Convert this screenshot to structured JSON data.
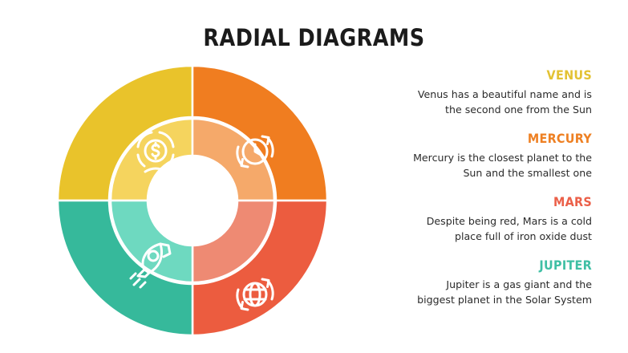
{
  "title": "RADIAL DIAGRAMS",
  "background_color": "#ffffff",
  "text_color": "#2b2b2b",
  "diagram": {
    "type": "concentric-donut",
    "ring_count": 2,
    "segments_per_ring": 4,
    "center_hole_label": "",
    "segments": [
      {
        "id": "venus",
        "position": "top-left",
        "outer_color": "#E9C32B",
        "inner_color": "#F5D45E",
        "icon": "money-dollar-icon",
        "planet": "VENUS"
      },
      {
        "id": "mercury",
        "position": "top-right",
        "outer_color": "#F07D20",
        "inner_color": "#F5A96A",
        "icon": "clock-refresh-icon",
        "planet": "MERCURY"
      },
      {
        "id": "mars",
        "position": "bottom-right",
        "outer_color": "#EC5C3F",
        "inner_color": "#EE8A73",
        "icon": "globe-refresh-icon",
        "planet": "MARS"
      },
      {
        "id": "jupiter",
        "position": "bottom-left",
        "outer_color": "#36B99B",
        "inner_color": "#6ED9C0",
        "icon": "rocket-icon",
        "planet": "JUPITER"
      }
    ]
  },
  "legend": {
    "items": [
      {
        "heading": "VENUS",
        "color": "#E3C233",
        "body": "Venus has a beautiful name and is\nthe second one from the Sun"
      },
      {
        "heading": "MERCURY",
        "color": "#EE8023",
        "body": "Mercury is the closest planet to the\nSun and the smallest one"
      },
      {
        "heading": "MARS",
        "color": "#EB6049",
        "body": "Despite being red, Mars is a cold\nplace full of iron oxide dust"
      },
      {
        "heading": "JUPITER",
        "color": "#3FBFA4",
        "body": "Jupiter is a gas giant and the\nbiggest planet in the Solar System"
      }
    ]
  }
}
